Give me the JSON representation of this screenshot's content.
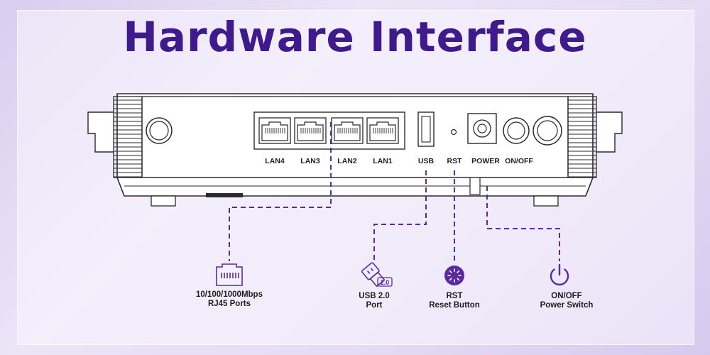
{
  "title": "Hardware Interface",
  "ports": {
    "lan4": "LAN4",
    "lan3": "LAN3",
    "lan2": "LAN2",
    "lan1": "LAN1",
    "usb": "USB",
    "rst": "RST",
    "power": "POWER",
    "onoff": "ON/OFF"
  },
  "callouts": {
    "rj45": {
      "line1": "10/100/1000Mbps",
      "line2": "RJ45 Ports",
      "icon": "ethernet-port-icon"
    },
    "usb": {
      "icon_text": "2.0",
      "line1": "USB 2.0",
      "line2": "Port",
      "icon": "usb-plug-icon"
    },
    "rst": {
      "line1": "RST",
      "line2": "Reset Button",
      "icon": "reset-button-icon"
    },
    "power": {
      "line1": "ON/OFF",
      "line2": "Power Switch",
      "icon": "power-icon"
    }
  },
  "colors": {
    "title": "#3e1a8c",
    "accent": "#5b2a9e",
    "outline": "#2a2a2a"
  }
}
